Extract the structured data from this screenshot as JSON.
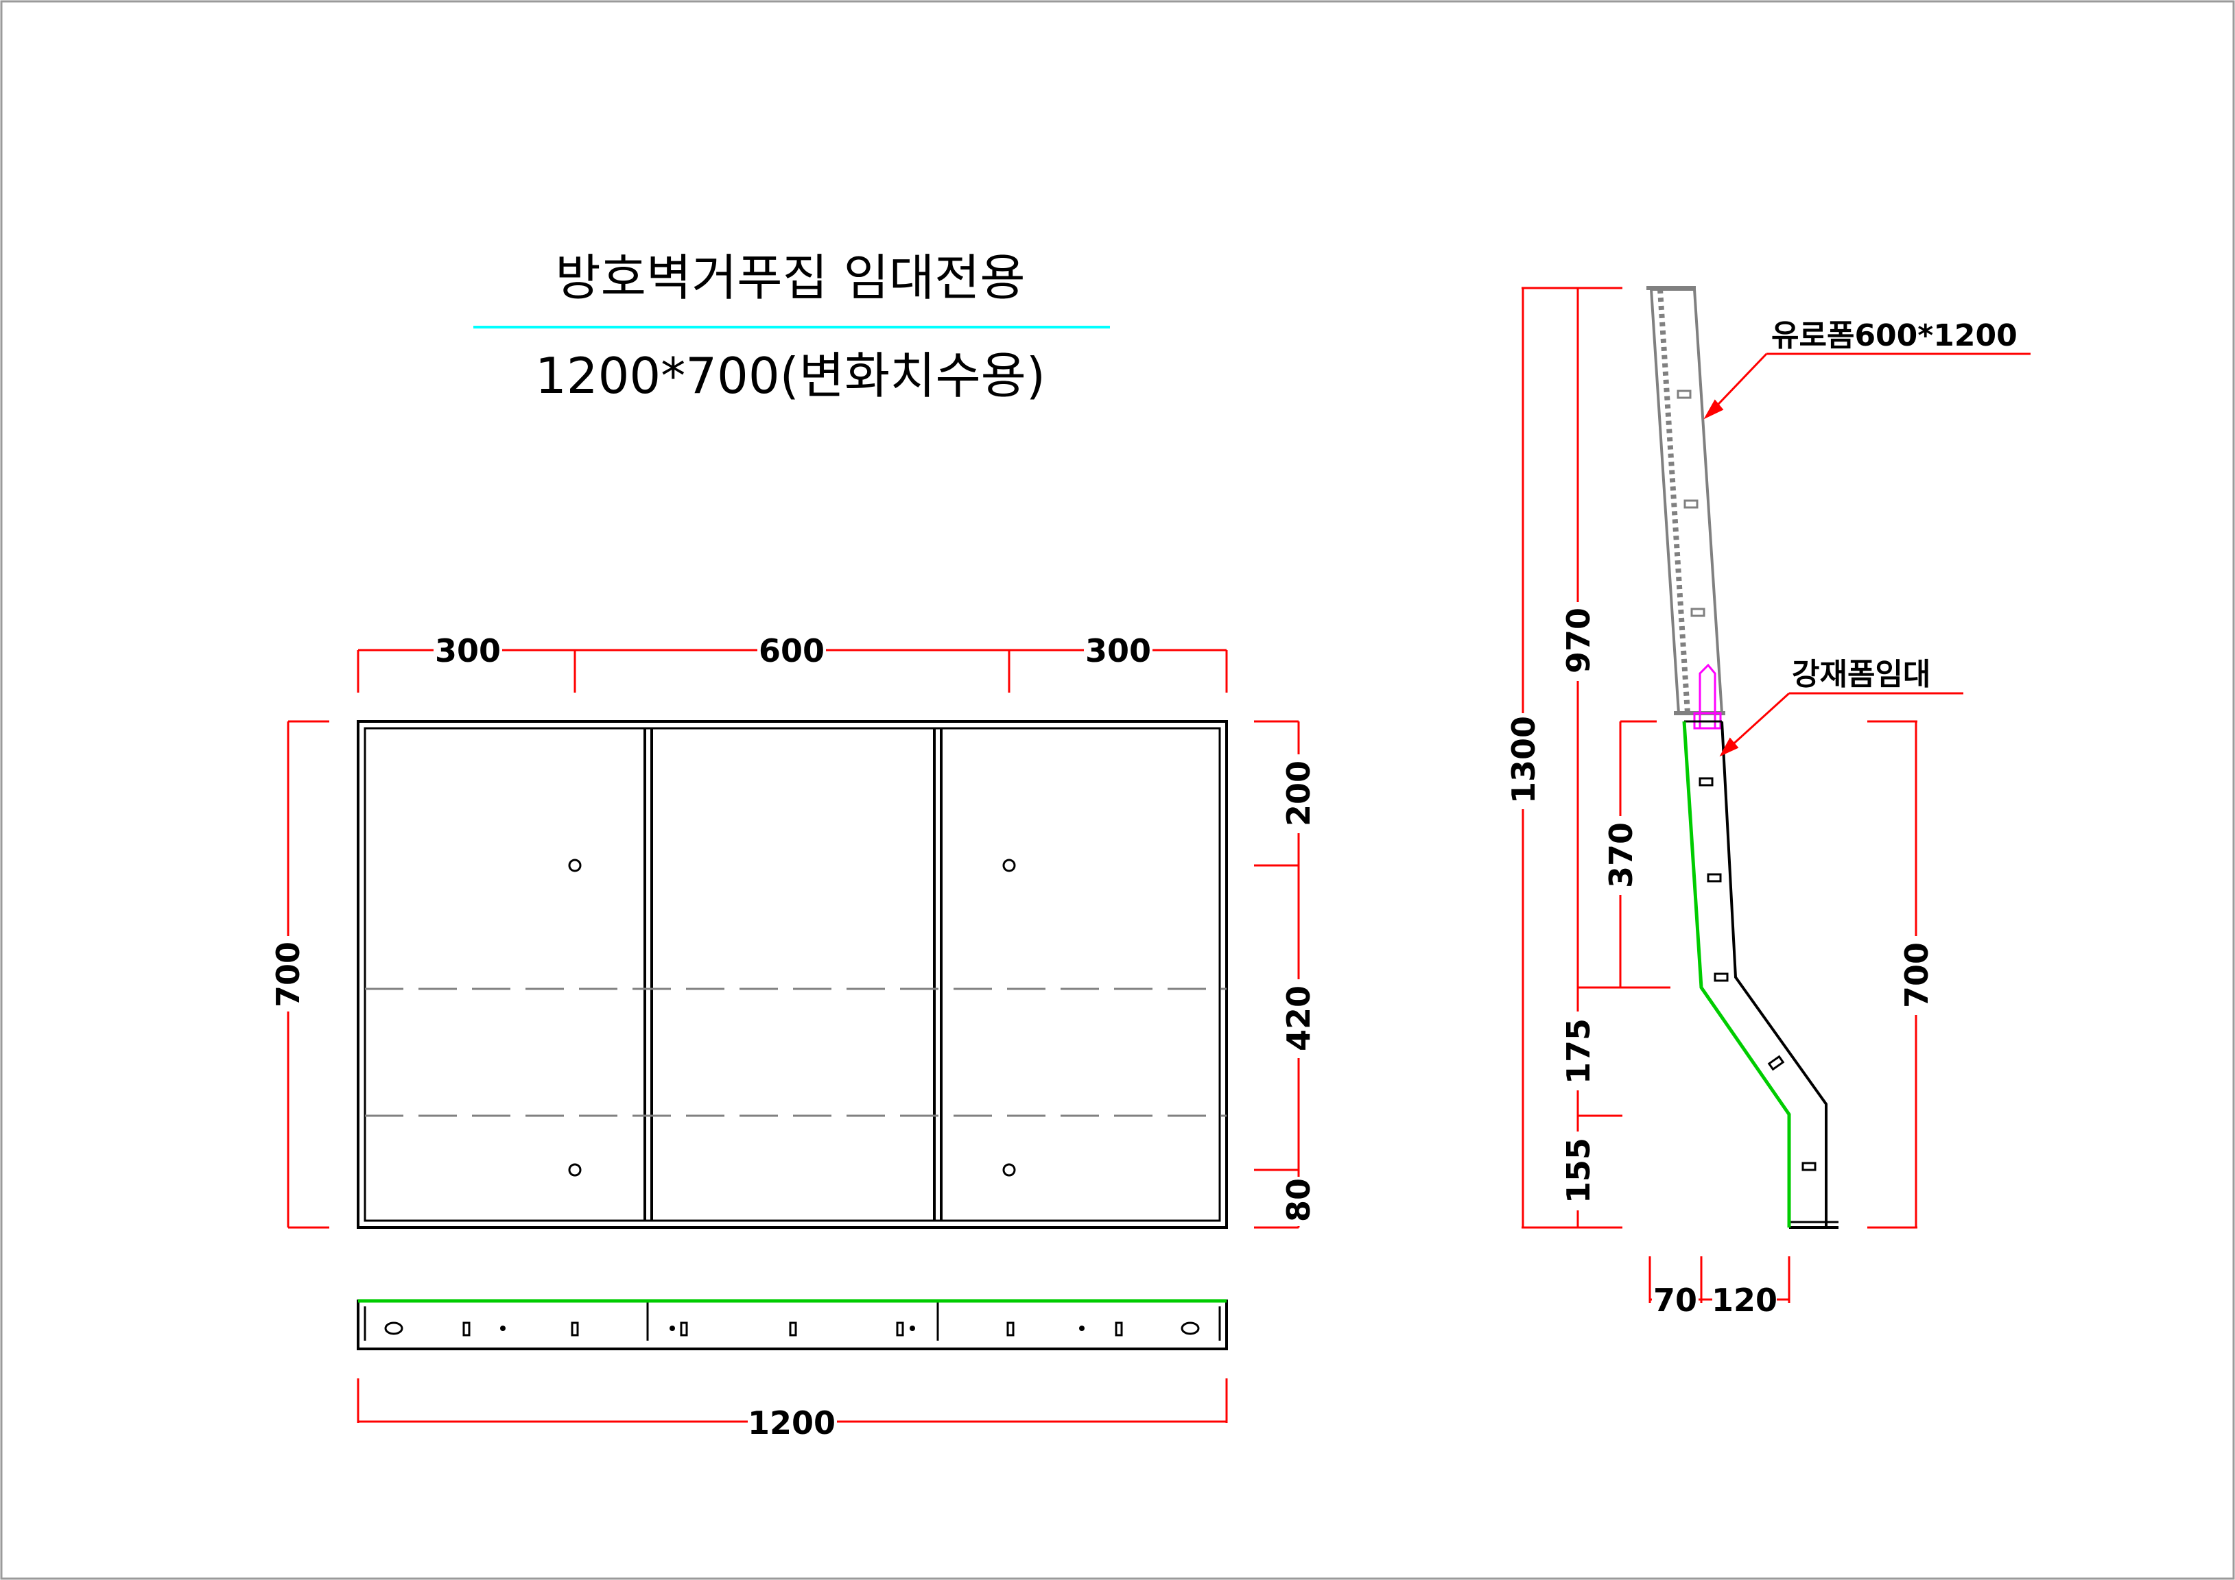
{
  "title": {
    "line1": "방호벽거푸집 임대전용",
    "line2": "1200*700(변화치수용)"
  },
  "front_view": {
    "width_dims": [
      "300",
      "600",
      "300"
    ],
    "height_dim": "700",
    "right_dims": [
      "200",
      "420",
      "80"
    ],
    "bottom_dim": "1200"
  },
  "side_view": {
    "callout_upper": "유로폼600*1200",
    "callout_lower": "강재폼임대",
    "dim_total": "1300",
    "dim_upper": "970",
    "dim_mid": "370",
    "dim_175": "175",
    "dim_155": "155",
    "dim_right": "700",
    "dim_bottom_left": "70",
    "dim_bottom_right": "120"
  },
  "colors": {
    "dimension": "#ff0000",
    "title_underline": "#00ffff",
    "highlight_edge": "#00cc00",
    "wedge": "#ff00ff",
    "outline": "#000000",
    "euroform": "#808080"
  }
}
